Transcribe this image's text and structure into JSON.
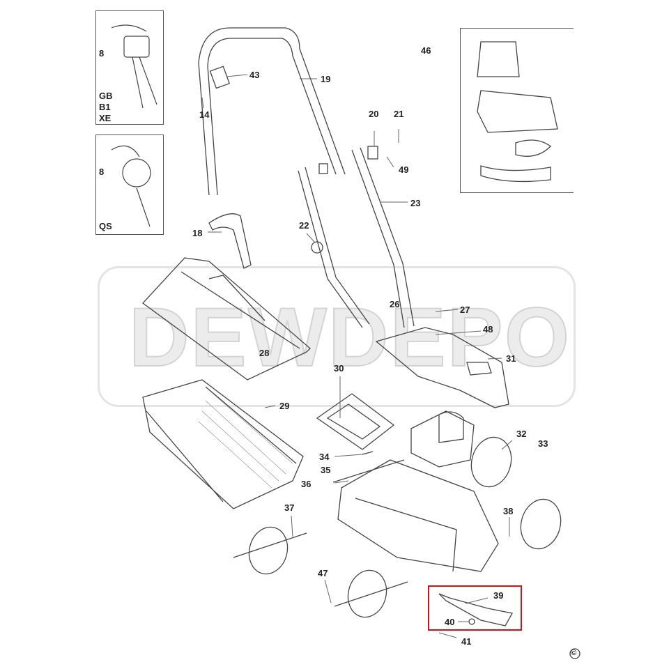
{
  "diagram": {
    "watermark": "DEWDEPO",
    "copyright": "©",
    "insets": {
      "top_left": {
        "part": "8",
        "variants": [
          "GB",
          "B1",
          "XE"
        ]
      },
      "mid_left": {
        "part": "8",
        "variant": "QS"
      },
      "motor": {
        "part": "46"
      }
    },
    "labels": {
      "p43": "43",
      "p19": "19",
      "p14": "14",
      "p20": "20",
      "p21": "21",
      "p49": "49",
      "p23": "23",
      "p18": "18",
      "p22": "22",
      "p26": "26",
      "p27": "27",
      "p48": "48",
      "p28": "28",
      "p31": "31",
      "p30": "30",
      "p29": "29",
      "p32": "32",
      "p33": "33",
      "p34": "34",
      "p35": "35",
      "p36": "36",
      "p37": "37",
      "p38": "38",
      "p47": "47",
      "p39": "39",
      "p40": "40",
      "p41": "41"
    },
    "highlight_color": "#d0131b"
  }
}
